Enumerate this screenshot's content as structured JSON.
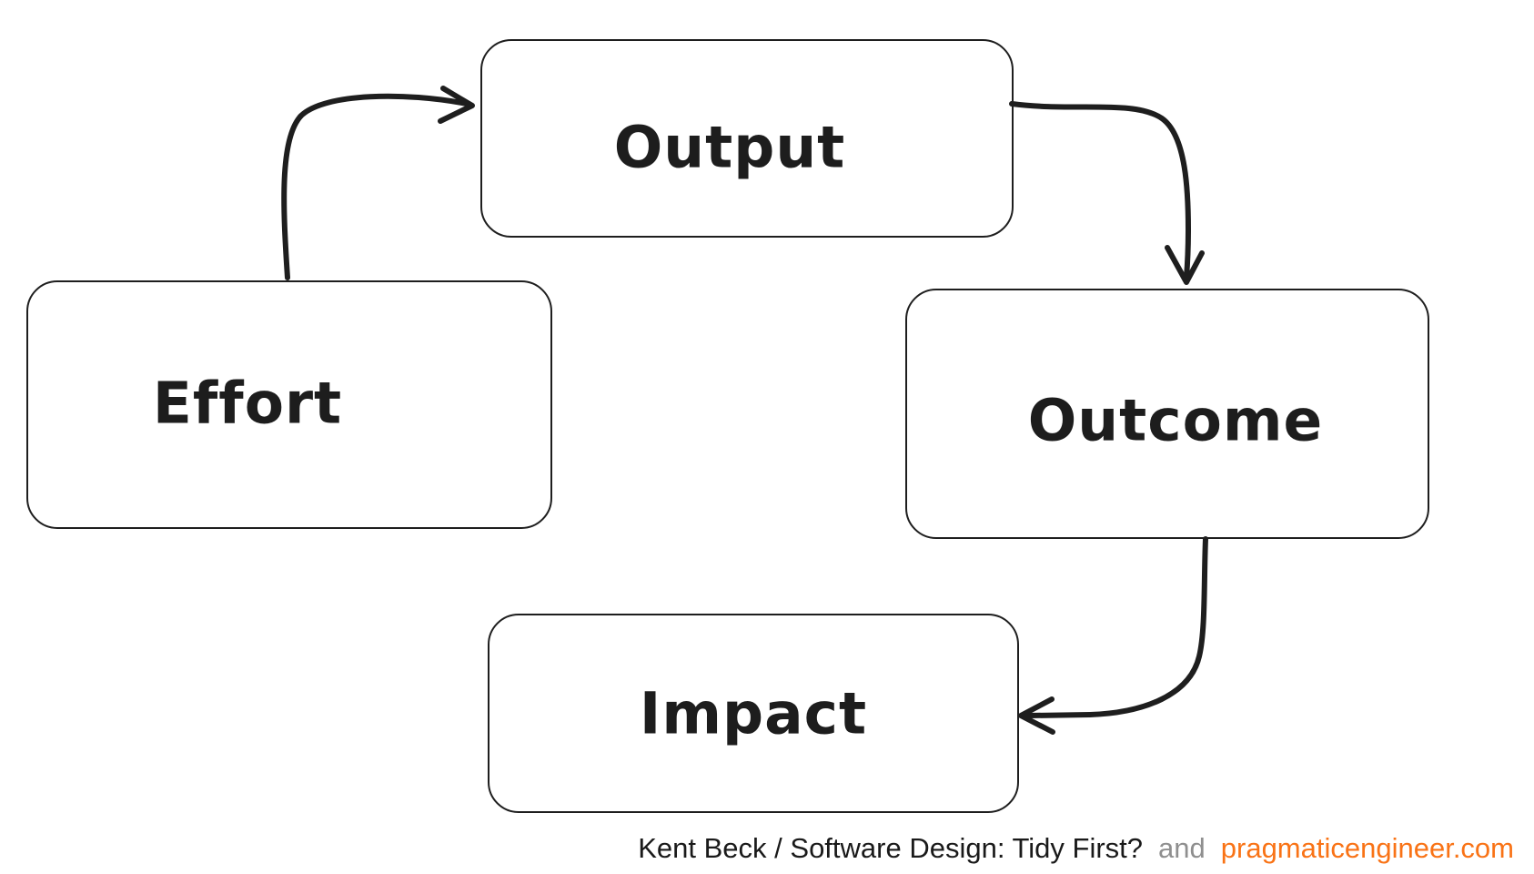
{
  "canvas": {
    "background_color": "#ffffff",
    "stroke_color": "#1e1e1e"
  },
  "nodes": [
    {
      "id": "effort",
      "label": "Effort"
    },
    {
      "id": "output",
      "label": "Output"
    },
    {
      "id": "outcome",
      "label": "Outcome"
    },
    {
      "id": "impact",
      "label": "Impact"
    }
  ],
  "edges": [
    {
      "from": "effort",
      "to": "output"
    },
    {
      "from": "output",
      "to": "outcome"
    },
    {
      "from": "outcome",
      "to": "impact"
    }
  ],
  "caption": {
    "source": "Kent Beck / Software Design: Tidy First?",
    "connector": "and",
    "site": "pragmaticengineer.com",
    "colors": {
      "source": "#1a1a1a",
      "connector": "#8f8f8f",
      "site": "#f97316"
    }
  }
}
